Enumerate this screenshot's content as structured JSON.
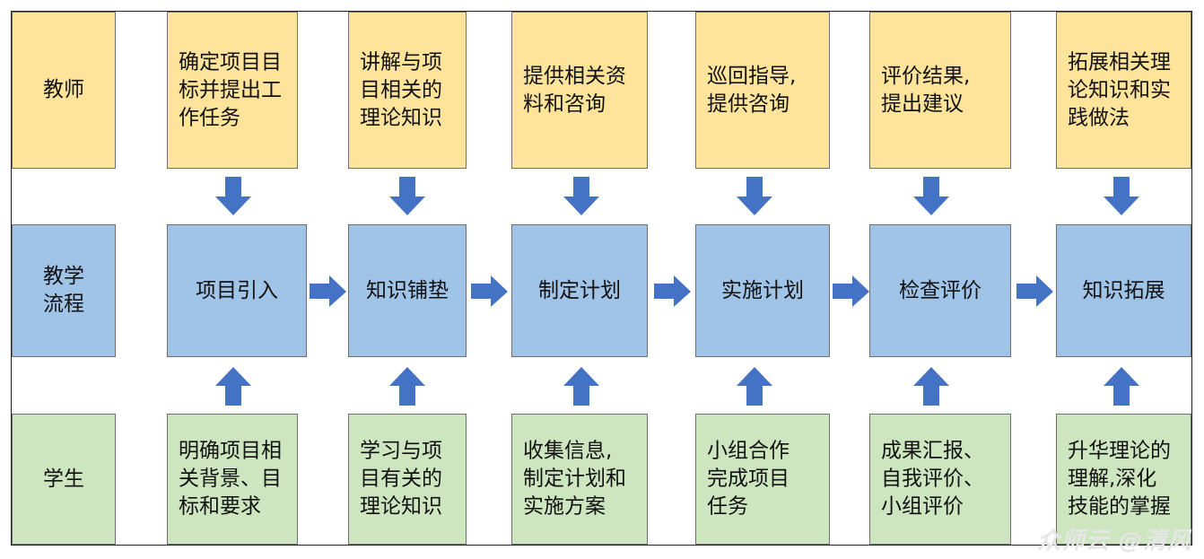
{
  "rows": {
    "teacher": "教师",
    "process": "教学\n流程",
    "student": "学生"
  },
  "teacher_tasks": [
    "确定项目目\n标并提出工\n作任务",
    "讲解与项\n目相关的\n理论知识",
    "提供相关资\n料和咨询",
    "巡回指导,\n提供咨询",
    "评价结果,\n提出建议",
    "拓展相关理\n论知识和实\n践做法"
  ],
  "steps": [
    "项目引入",
    "知识铺垫",
    "制定计划",
    "实施计划",
    "检查评价",
    "知识拓展"
  ],
  "student_tasks": [
    "明确项目相\n关背景、目\n标和要求",
    "学习与项\n目有关的\n理论知识",
    "收集信息,\n制定计划和\n实施方案",
    "小组合作\n完成项目\n任务",
    "成果汇报、\n自我评价、\n小组评价",
    "升华理论的\n理解,深化\n技能的掌握"
  ],
  "watermark": "众师云 @清风",
  "colors": {
    "teacher_fill": "#fde49a",
    "process_fill": "#a0c3e8",
    "student_fill": "#cde6c0",
    "arrow_fill": "#4472c4",
    "border": "#6f6f6f"
  }
}
